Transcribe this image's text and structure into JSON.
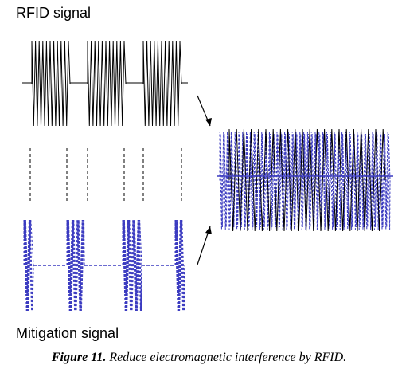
{
  "title_top": "RFID signal",
  "title_bottom": "Mitigation signal",
  "caption": {
    "label": "Figure 11.",
    "text": "Reduce electromagnetic interference by RFID."
  },
  "colors": {
    "rfid": "#000000",
    "mitigation": "#3a3ac0",
    "combined_line": "#3a3ac0"
  }
}
